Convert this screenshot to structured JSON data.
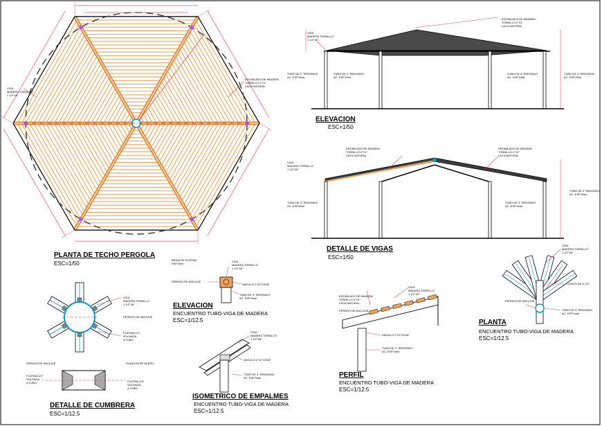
{
  "colors": {
    "accent": "#f2a25a",
    "accent_dark": "#e08a3a",
    "axis": "#c0392b",
    "dim": "#ff5050",
    "leader": "#d94b3b",
    "node": "#0b97c4",
    "line": "#000000"
  },
  "titles": {
    "planta_techo": "PLANTA DE TECHO PERGOLA",
    "planta_techo_scale": "ESC=1/50",
    "elevacion_main": "ELEVACION",
    "elevacion_main_scale": "ESC=1/50",
    "detalle_vigas": "DETALLE DE VIGAS",
    "detalle_vigas_scale": "ESC=1/50",
    "detalle_cumbrera": "DETALLE DE CUMBRERA",
    "detalle_cumbrera_scale": "ESC=1/12.5",
    "elevacion_detail": "ELEVACION",
    "elevacion_detail_sub": "ENCUENTRO TUBO-VIGA DE MADERA",
    "elevacion_detail_scale": "ESC=1/12.5",
    "isometrico": "ISOMETRICO DE EMPALMES",
    "isometrico_sub": "ENCUENTRO TUBO-VIGA DE MADERA",
    "isometrico_scale": "ESC=1/12.5",
    "perfil": "PERFIL",
    "perfil_sub": "ENCUENTRO TUBO-VIGA DE MADERA",
    "perfil_scale": "ESC=1/12.5",
    "planta_detail": "PLANTA",
    "planta_detail_sub": "ENCUENTRO TUBO-VIGA DE MADERA",
    "planta_detail_scale": "ESC=1/12.5"
  },
  "notes": {
    "viga": "VIGA\nMADERA TORNILLO\n1 1/2\"X6\"",
    "entablado": "ENTABLADO DE MADERA\nTORNILLO 2\"X1\"\nLACA NATURAL",
    "tubo": "TUBO DE 3\" REDONDO\nAC. ESP.3mm",
    "pernos": "PERNOS DE ANCLAJE",
    "platina": "PLATINA 1/4\"\nSOLDADA\nA TUBO",
    "cumbrera_ac": "PLANCHA DE ACERO",
    "clavos": "CLAVOS DE 2-1/2\"",
    "brida": "BRIDA DE PLATINA\nESP.3mm",
    "angulo": "ANGULO 2\"X2\"X3/16\""
  }
}
